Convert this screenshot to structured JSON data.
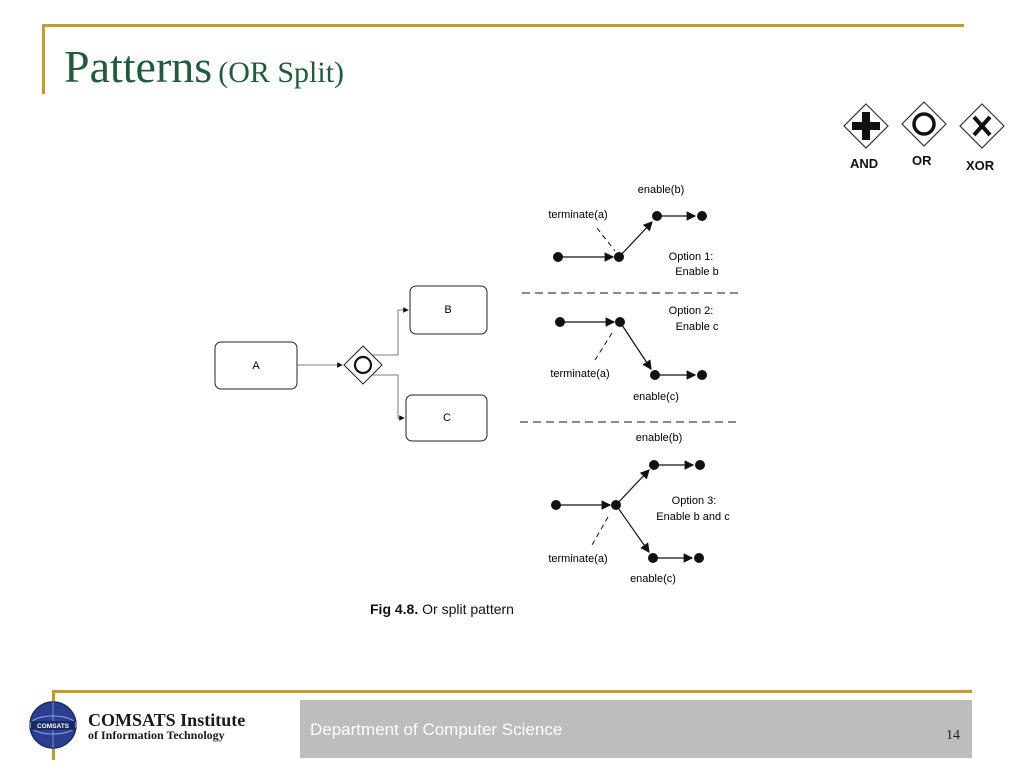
{
  "slide": {
    "title_main": "Patterns",
    "title_sub": "(OR Split)"
  },
  "legend": {
    "and_label": "AND",
    "or_label": "OR",
    "xor_label": "XOR",
    "and_icon": "plus-diamond-icon",
    "or_icon": "circle-diamond-icon",
    "xor_icon": "x-diamond-icon"
  },
  "diagram": {
    "task_a": "A",
    "task_b": "B",
    "task_c": "C",
    "gateway_icon": "or-gateway-icon",
    "option1": {
      "terminate": "terminate(a)",
      "enable_b": "enable(b)",
      "label_line1": "Option 1:",
      "label_line2": "Enable b"
    },
    "option2": {
      "terminate": "terminate(a)",
      "enable_c": "enable(c)",
      "label_line1": "Option 2:",
      "label_line2": "Enable c"
    },
    "option3": {
      "terminate": "terminate(a)",
      "enable_b": "enable(b)",
      "enable_c": "enable(c)",
      "label_line1": "Option 3:",
      "label_line2": "Enable b and c"
    }
  },
  "caption": {
    "figure_number": "Fig 4.8.",
    "text": " Or split pattern"
  },
  "footer": {
    "institute_line1": "COMSATS Institute",
    "institute_line2": "of Information Technology",
    "logo_text": "COMSATS",
    "department": "Department of Computer Science",
    "page_number": "14"
  },
  "colors": {
    "title": "#1f5c3a",
    "accent_rule": "#c79a2a",
    "footer_bg": "#bdbdbd"
  }
}
